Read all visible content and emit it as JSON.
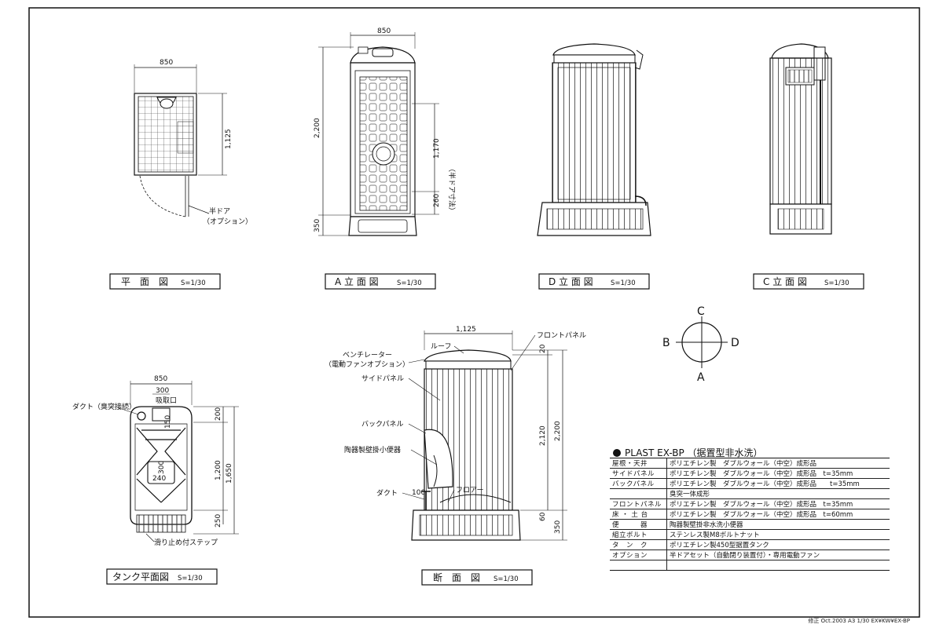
{
  "views": {
    "plan": {
      "title": "平　面　図",
      "scale": "S=1/30"
    },
    "elev_a": {
      "title": "A 立 面 図",
      "scale": "S=1/30"
    },
    "elev_d": {
      "title": "D 立 面 図",
      "scale": "S=1/30"
    },
    "elev_c": {
      "title": "C 立 面 図",
      "scale": "S=1/30"
    },
    "tank": {
      "title": "タンク平面図",
      "scale": "S=1/30"
    },
    "section": {
      "title": "断　面　図",
      "scale": "S=1/30"
    }
  },
  "plan": {
    "dim_width": "850",
    "dim_depth": "1,125",
    "door_label_1": "半ドア",
    "door_label_2": "（オプション）"
  },
  "elev_a": {
    "dim_width": "850",
    "dim_height": "2,200",
    "dim_base": "350",
    "dim_door": "1,170",
    "dim_door_note": "（半ドア寸法）",
    "dim_door_bottom": "260"
  },
  "compass": {
    "n": "C",
    "s": "A",
    "w": "B",
    "e": "D"
  },
  "tank": {
    "dim_width": "850",
    "dim_intake": "300",
    "intake_label": "吸取口",
    "duct_label": "ダクト（臭突接続）",
    "dim_200": "200",
    "dim_1200": "1,200",
    "dim_250": "250",
    "dim_1650": "1,650",
    "dim_150": "150",
    "dim_300v": "300",
    "dim_240": "240",
    "step_label": "滑り止め付ステップ"
  },
  "section": {
    "dim_width": "1,125",
    "dim_20": "20",
    "dim_2120": "2,120",
    "dim_2200": "2,200",
    "dim_60": "60",
    "dim_350": "350",
    "dim_100": "100",
    "label_front_panel": "フロントパネル",
    "label_roof": "ルーフ",
    "label_ventilator_1": "ベンチレーター",
    "label_ventilator_2": "（電動ファンオプション）",
    "label_side_panel": "サイドパネル",
    "label_back_panel": "バックパネル",
    "label_urinal": "陶器製壁掛小便器",
    "label_duct": "ダクト",
    "label_floor": "フロアー"
  },
  "spec": {
    "title": "PLAST EX-BP （据置型非水洗）",
    "rows": [
      {
        "k": "屋根・天井",
        "v": "ポリエチレン製　ダブルウォール（中空）成形品"
      },
      {
        "k": "サイドパネル",
        "v": "ポリエチレン製　ダブルウォール（中空）成形品　t=35mm"
      },
      {
        "k": "バックパネル",
        "v": "ポリエチレン製　ダブルウォール（中空）成形品　　t=35mm"
      },
      {
        "k": "",
        "v": "臭突一体成形"
      },
      {
        "k": "フロントパネル",
        "v": "ポリエチレン製　ダブルウォール（中空）成形品　t=35mm"
      },
      {
        "k": "床 ・ 土 台",
        "v": "ポリエチレン製　ダブルウォール（中空）成形品　t=60mm"
      },
      {
        "k": "便　　　器",
        "v": "陶器製壁掛非水洗小便器"
      },
      {
        "k": "組立ボルト",
        "v": "ステンレス製M8ボルトナット"
      },
      {
        "k": "タ　ン　ク",
        "v": "ポリエチレン製450型据置タンク"
      },
      {
        "k": "オプション",
        "v": "半ドアセット（自動閉り装置付）・専用電動ファン"
      },
      {
        "k": "",
        "v": ""
      }
    ]
  },
  "revision": "修正 Oct.2003 A3 1/30 EX¥KW¥EX-BP"
}
